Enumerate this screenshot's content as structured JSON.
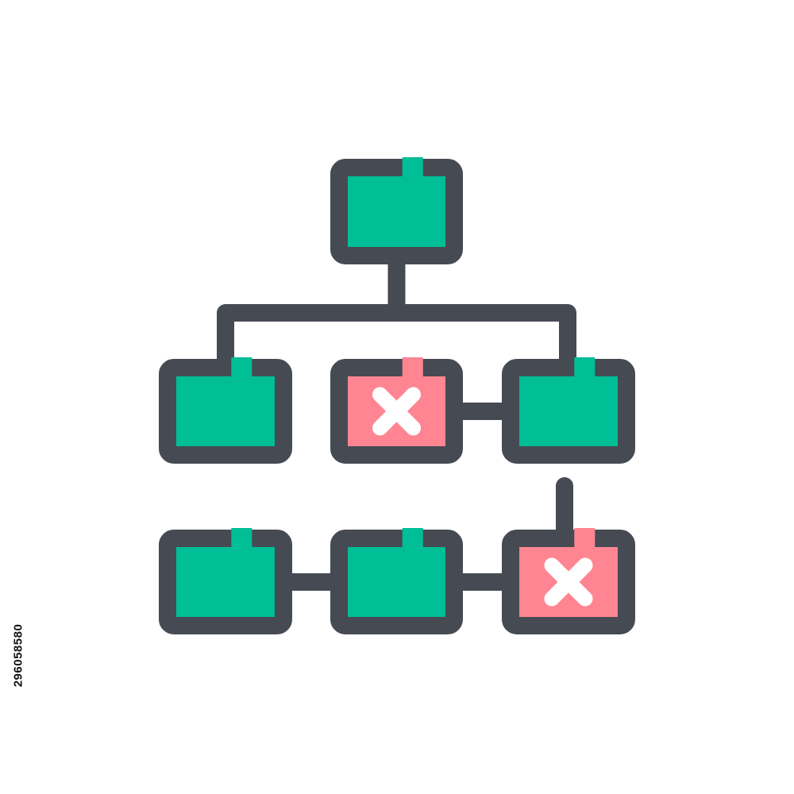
{
  "stock_id": "296058580",
  "colors": {
    "outline": "#464a53",
    "ok_fill": "#00be96",
    "error_fill": "#ff8592",
    "cross": "#ffffff",
    "background": "#ffffff"
  },
  "nodes": [
    {
      "id": "root",
      "status": "ok",
      "icon": "folder-icon"
    },
    {
      "id": "level2-left",
      "status": "ok",
      "icon": "folder-icon"
    },
    {
      "id": "level2-middle",
      "status": "error",
      "icon": "folder-error-icon"
    },
    {
      "id": "level2-right",
      "status": "ok",
      "icon": "folder-icon"
    },
    {
      "id": "level3-left",
      "status": "ok",
      "icon": "folder-icon"
    },
    {
      "id": "level3-middle",
      "status": "ok",
      "icon": "folder-icon"
    },
    {
      "id": "level3-right",
      "status": "error",
      "icon": "folder-error-icon"
    }
  ],
  "edges": [
    {
      "from": "root",
      "to": "level2-left"
    },
    {
      "from": "root",
      "to": "level2-right"
    },
    {
      "from": "level2-middle",
      "to": "level2-right"
    },
    {
      "from": "level3-left",
      "to": "level3-middle"
    },
    {
      "from": "level3-middle",
      "to": "level3-right"
    }
  ],
  "broken_links": [
    {
      "at": "level3-right"
    }
  ]
}
